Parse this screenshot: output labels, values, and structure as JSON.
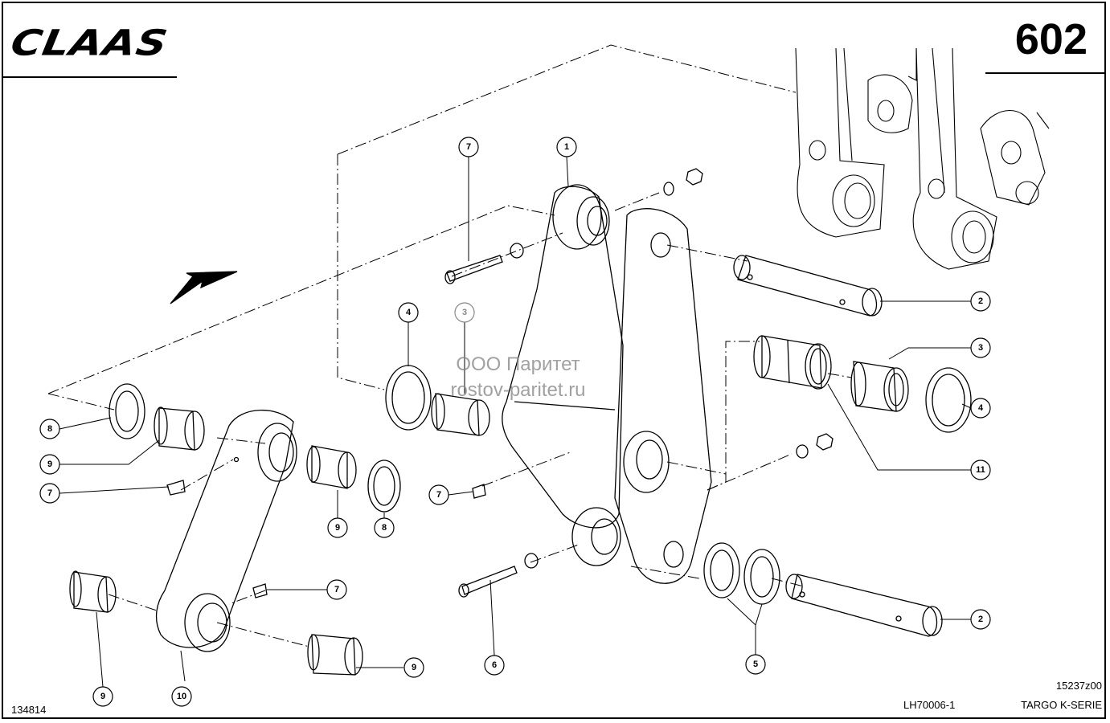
{
  "header": {
    "brand": "CLAAS",
    "page_number": "602"
  },
  "watermark": {
    "line1": "ООО Паритет",
    "line2": "rostov-paritet.ru"
  },
  "callouts": [
    {
      "label": "7"
    },
    {
      "label": "1"
    },
    {
      "label": "4"
    },
    {
      "label": "3"
    },
    {
      "label": "2"
    },
    {
      "label": "3"
    },
    {
      "label": "4"
    },
    {
      "label": "8"
    },
    {
      "label": "9"
    },
    {
      "label": "7"
    },
    {
      "label": "9"
    },
    {
      "label": "8"
    },
    {
      "label": "7"
    },
    {
      "label": "11"
    },
    {
      "label": "7"
    },
    {
      "label": "2"
    },
    {
      "label": "9"
    },
    {
      "label": "9"
    },
    {
      "label": "10"
    },
    {
      "label": "6"
    },
    {
      "label": "5"
    }
  ],
  "footer": {
    "ref_code": "15237z00",
    "drawing_no": "134814",
    "group": "LH70006-1",
    "series": "TARGO K-SERIE"
  }
}
